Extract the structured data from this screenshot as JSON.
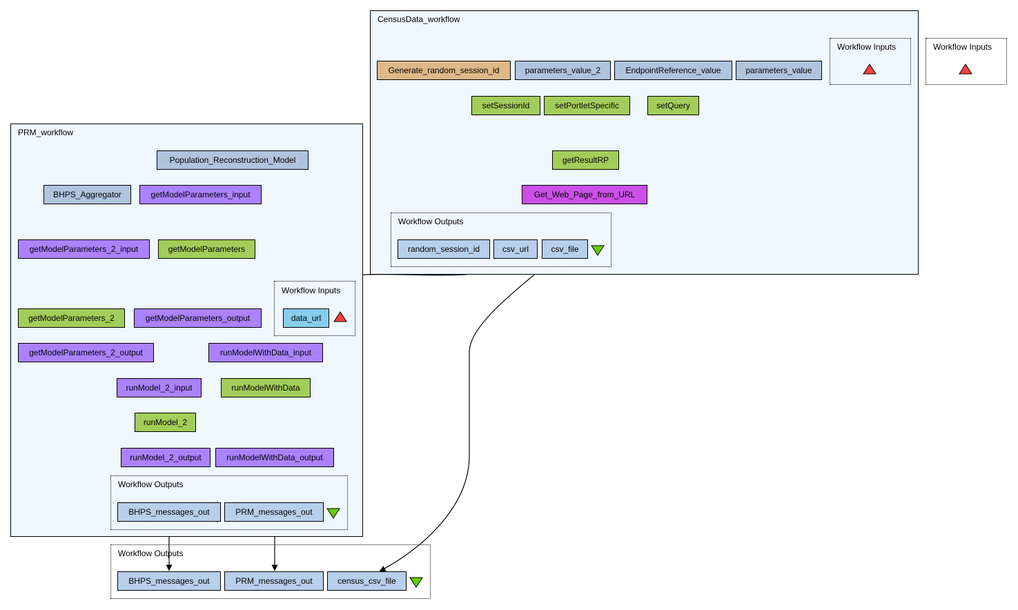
{
  "clusters": {
    "prm": {
      "title": "PRM_workflow"
    },
    "census": {
      "title": "CensusData_workflow"
    }
  },
  "io": {
    "census_inputs": "Workflow Inputs",
    "outer_inputs": "Workflow Inputs",
    "census_outputs": "Workflow Outputs",
    "prm_inputs": "Workflow Inputs",
    "prm_outputs": "Workflow Outputs",
    "outer_outputs": "Workflow Outputs"
  },
  "nodes": {
    "generate_random_session_id": "Generate_random_session_id",
    "parameters_value_2": "parameters_value_2",
    "endpoint_reference_value": "EndpointReference_value",
    "parameters_value": "parameters_value",
    "set_session_id": "setSessionId",
    "set_portlet_specific": "setPortletSpecific",
    "set_query": "setQuery",
    "get_result_rp": "getResultRP",
    "get_web_page_from_url": "Get_Web_Page_from_URL",
    "random_session_id": "random_session_id",
    "csv_url": "csv_url",
    "csv_file": "csv_file",
    "population_reconstruction_model": "Population_Reconstruction_Model",
    "bhps_aggregator": "BHPS_Aggregator",
    "get_model_parameters_input": "getModelParameters_input",
    "get_model_parameters_2_input": "getModelParameters_2_input",
    "get_model_parameters": "getModelParameters",
    "get_model_parameters_2": "getModelParameters_2",
    "get_model_parameters_output": "getModelParameters_output",
    "data_url": "data_url",
    "get_model_parameters_2_output": "getModelParameters_2_output",
    "run_model_with_data_input": "runModelWithData_input",
    "run_model_2_input": "runModel_2_input",
    "run_model_with_data": "runModelWithData",
    "run_model_2": "runModel_2",
    "run_model_2_output": "runModel_2_output",
    "run_model_with_data_output": "runModelWithData_output",
    "prm_bhps_messages_out": "BHPS_messages_out",
    "prm_prm_messages_out": "PRM_messages_out",
    "out_bhps_messages_out": "BHPS_messages_out",
    "out_prm_messages_out": "PRM_messages_out",
    "census_csv_file": "census_csv_file"
  },
  "colors": {
    "constant": "#b0c4de",
    "service": "#a2cd5a",
    "local": "#ab82ff",
    "beanshell": "#deb887",
    "xpath": "#cc4fe8",
    "workflow_input": "#87ceeb",
    "workflow_output": "#b7cfeb",
    "input_triangle": "#ff4040",
    "output_triangle": "#66cd00",
    "cluster_bg": "#eff7ff"
  }
}
